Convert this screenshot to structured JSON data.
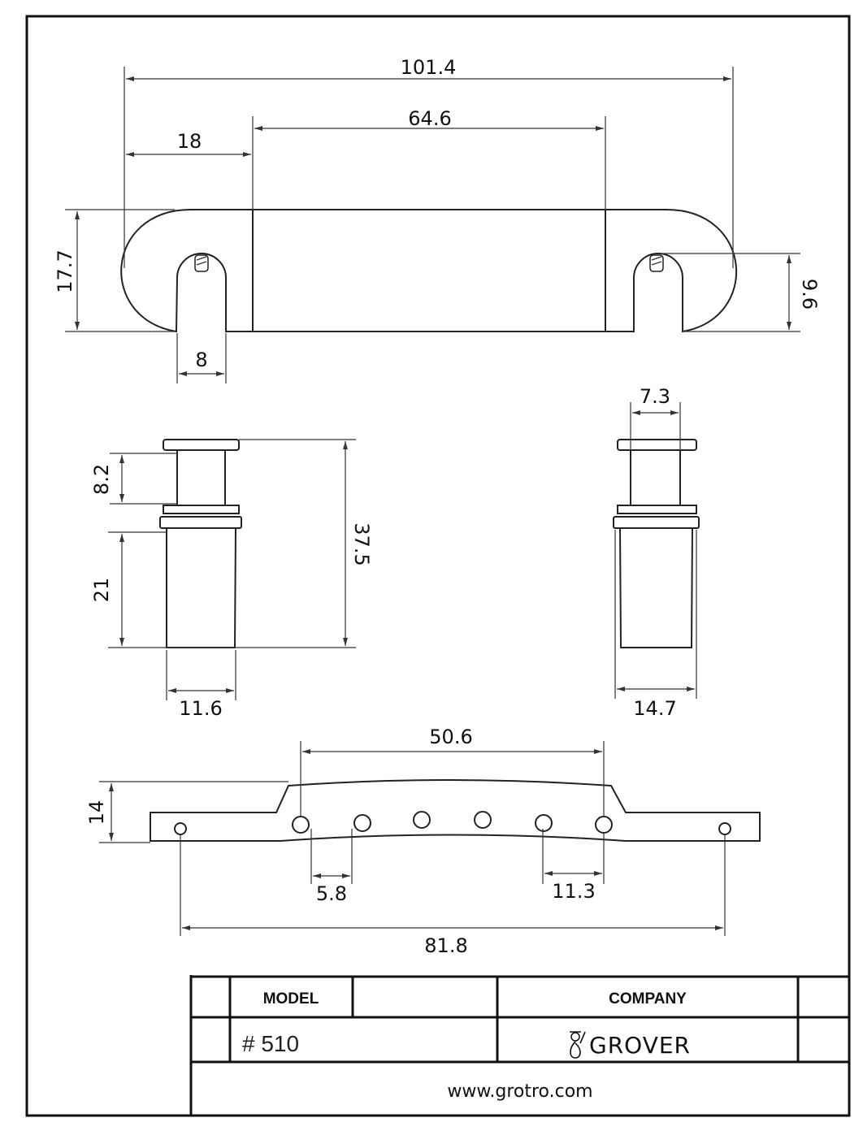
{
  "drawing": {
    "top_view": {
      "overall_length": "101.4",
      "center_length": "64.6",
      "end_offset": "18",
      "height": "17.7",
      "slot_depth": "9.6",
      "slot_width": "8"
    },
    "stud_side": {
      "upper_length": "8.2",
      "lower_length": "21",
      "total_height": "37.5",
      "lower_diameter": "11.6"
    },
    "stud_front": {
      "shaft_diameter": "7.3",
      "flange_diameter": "14.7"
    },
    "bottom_view": {
      "hole_span": "50.6",
      "height": "14",
      "hole_spacing_left": "5.8",
      "hole_spacing_right": "11.3",
      "mount_span": "81.8"
    }
  },
  "title_block": {
    "model_label": "MODEL",
    "company_label": "COMPANY",
    "model_value": "# 510",
    "company_logo": "GROVER",
    "website": "www.grotro.com"
  }
}
